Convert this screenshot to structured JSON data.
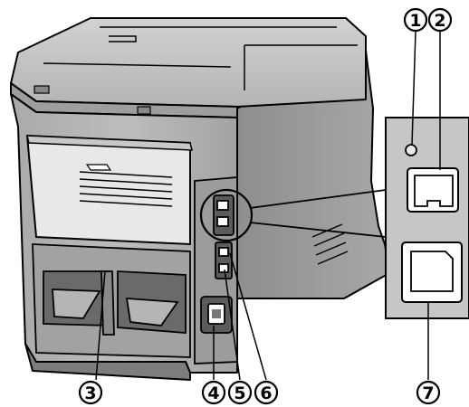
{
  "colors": {
    "printer_top": "#c4c4c4",
    "printer_side": "#9a9a9a",
    "printer_mid": "#b3b3b3",
    "printer_dark": "#6f6f6f",
    "outline": "#000000",
    "panel_bg": "#c6c6c6",
    "port_white": "#ffffff"
  },
  "callouts": [
    {
      "id": "1",
      "label": "1"
    },
    {
      "id": "2",
      "label": "2"
    },
    {
      "id": "3",
      "label": "3"
    },
    {
      "id": "4",
      "label": "4"
    },
    {
      "id": "5",
      "label": "5"
    },
    {
      "id": "6",
      "label": "6"
    },
    {
      "id": "7",
      "label": "7"
    }
  ],
  "icons": [
    "printer-rear-illustration",
    "lan-port-icon",
    "usb-port-icon",
    "power-inlet-icon",
    "status-led-icon"
  ]
}
